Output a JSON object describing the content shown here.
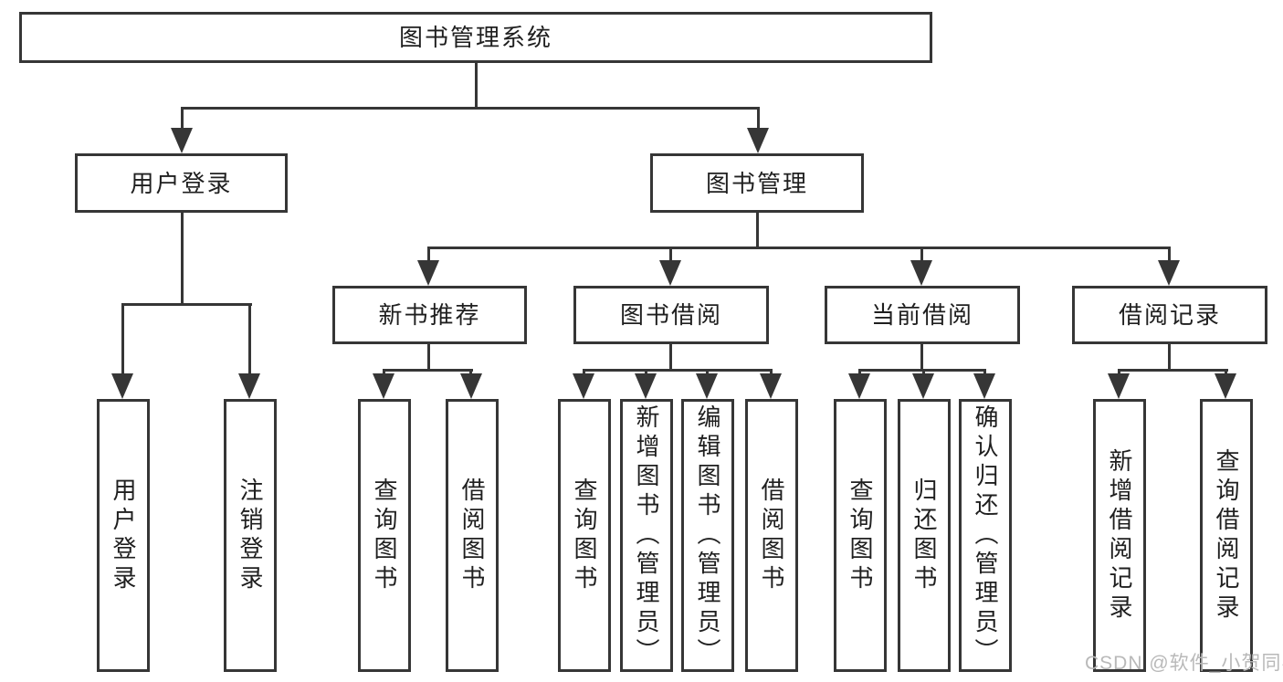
{
  "tree": {
    "label": "图书管理系统",
    "children": [
      {
        "label": "用户登录",
        "children": [
          {
            "label": "用户登录"
          },
          {
            "label": "注销登录"
          }
        ]
      },
      {
        "label": "图书管理",
        "children": [
          {
            "label": "新书推荐",
            "children": [
              {
                "label": "查询图书"
              },
              {
                "label": "借阅图书"
              }
            ]
          },
          {
            "label": "图书借阅",
            "children": [
              {
                "label": "查询图书"
              },
              {
                "label": "新增图书（管理员）"
              },
              {
                "label": "编辑图书（管理员）"
              },
              {
                "label": "借阅图书"
              }
            ]
          },
          {
            "label": "当前借阅",
            "children": [
              {
                "label": "查询图书"
              },
              {
                "label": "归还图书"
              },
              {
                "label": "确认归还（管理员）"
              }
            ]
          },
          {
            "label": "借阅记录",
            "children": [
              {
                "label": "新增借阅记录"
              },
              {
                "label": "查询借阅记录"
              }
            ]
          }
        ]
      }
    ]
  },
  "watermark": "CSDN @软件_小贺同学",
  "colors": {
    "line": "#363636",
    "text": "#1f1f1f",
    "watermark": "#b9b9b9",
    "background": "#ffffff"
  }
}
